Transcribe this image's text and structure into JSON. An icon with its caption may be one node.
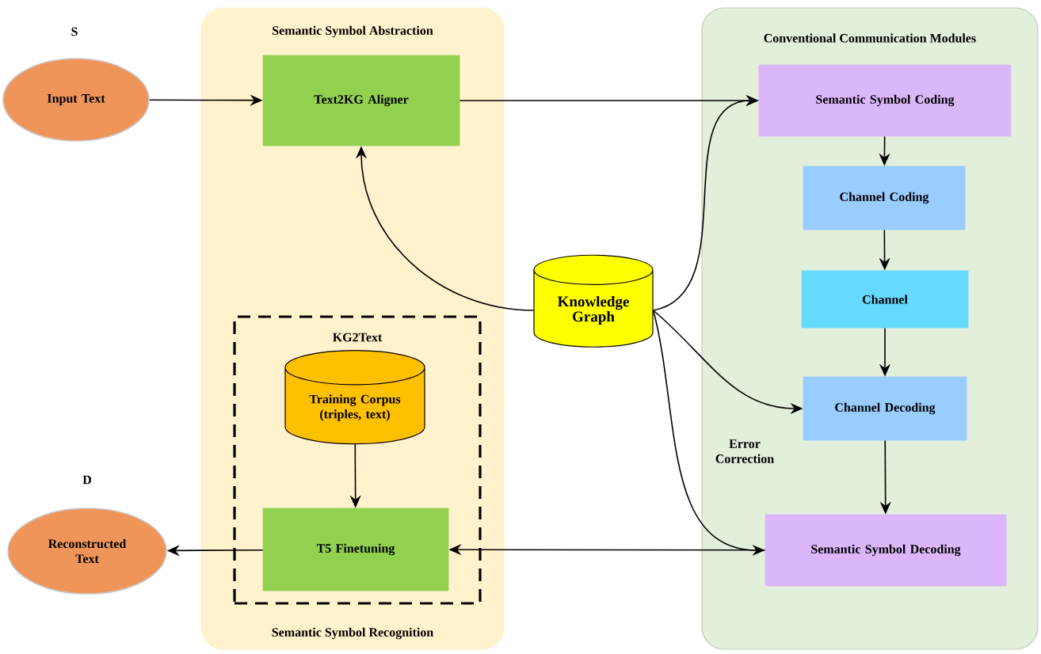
{
  "diagram": {
    "nodes": [
      {
        "text": [
          "Semantic Symbol Abstraction",
          "Semantic Symbol Recognition"
        ]
      },
      {
        "text": [
          "Input Text"
        ],
        "beside": [
          "S"
        ]
      },
      {
        "text": [
          "Text2KG Aligner"
        ],
        "in": 0
      },
      {
        "text": [
          "Conventional Communication Modules"
        ]
      },
      {
        "text": [
          "Semantic Symbol Coding"
        ],
        "in": 3
      },
      {
        "text": [
          "Channel Coding"
        ],
        "in": 3
      },
      {
        "text": [
          "Channel"
        ],
        "in": 3
      },
      {
        "text": [
          "Knowledge Graph"
        ]
      },
      {
        "text": [
          "KG2Text"
        ],
        "in": 0
      },
      {
        "text": [
          "Training Corpus (triples, text)"
        ],
        "in": 8
      },
      {
        "text": [
          "Channel Decoding"
        ],
        "in": 3
      },
      {
        "text": [
          "Reconstructed Text"
        ],
        "beside": [
          "D"
        ]
      },
      {
        "text": [
          "T5 Finetuning"
        ],
        "in": 8
      },
      {
        "text": [
          "Semantic Symbol Decoding"
        ],
        "in": 3
      }
    ],
    "edges": [
      {
        "from": 1,
        "to": 2,
        "arrow": "to"
      },
      {
        "from": 2,
        "to": 4,
        "arrow": "to"
      },
      {
        "from": 7,
        "to": 2,
        "arrow": "to"
      },
      {
        "from": 7,
        "to": 4,
        "arrow": "to"
      },
      {
        "from": 7,
        "to": 10,
        "arrow": "to"
      },
      {
        "from": 7,
        "to": 13,
        "arrow": "to"
      },
      {
        "from": 4,
        "to": 5,
        "arrow": "to"
      },
      {
        "from": 5,
        "to": 6,
        "arrow": "to"
      },
      {
        "from": 6,
        "to": 10,
        "arrow": "to"
      },
      {
        "from": 10,
        "to": 13,
        "arrow": "to"
      },
      {
        "from": 9,
        "to": 12,
        "arrow": "to"
      },
      {
        "from": 13,
        "to": 12,
        "arrow": "to"
      },
      {
        "from": 12,
        "to": 11,
        "arrow": "to"
      }
    ],
    "labels": [
      "Error Correction"
    ]
  }
}
